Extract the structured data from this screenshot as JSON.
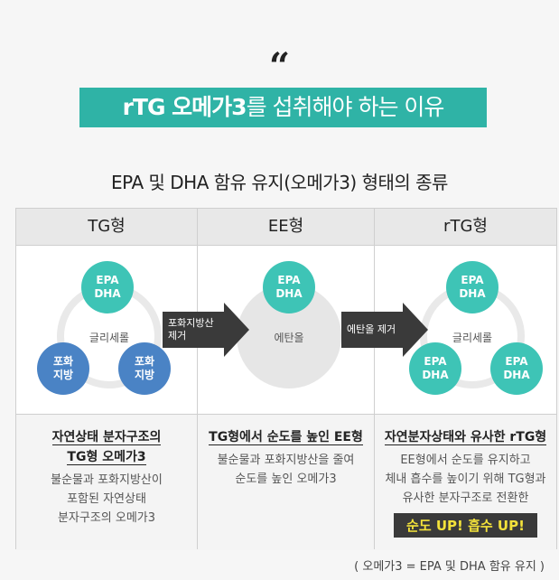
{
  "quote_mark": "“",
  "banner": {
    "bold": "rTG 오메가3",
    "rest": "를 섭취해야 하는 이유"
  },
  "subtitle": "EPA 및 DHA 함유 유지(오메가3) 형태의 종류",
  "columns": [
    {
      "header": "TG형",
      "ring_label": "글리세롤",
      "circles": [
        "EPA\nDHA",
        "포화\n지방",
        "포화\n지방"
      ],
      "title_lines": [
        "자연상태 분자구조의",
        "TG형 오메가3"
      ],
      "body_lines": [
        "불순물과 포화지방산이",
        "포함된 자연상태",
        "분자구조의 오메가3"
      ]
    },
    {
      "header": "EE형",
      "ring_label": "에탄올",
      "circles": [
        "EPA\nDHA"
      ],
      "title_lines": [
        "TG형에서 순도를 높인 EE형"
      ],
      "body_lines": [
        "불순물과 포화지방산을 줄여",
        "순도를 높인 오메가3"
      ]
    },
    {
      "header": "rTG형",
      "ring_label": "글리세롤",
      "circles": [
        "EPA\nDHA",
        "EPA\nDHA",
        "EPA\nDHA"
      ],
      "title_lines": [
        "자연분자상태와 유사한 rTG형"
      ],
      "body_lines": [
        "EE형에서 순도를 유지하고",
        "체내 흡수를 높이기 위해 TG형과",
        "유사한 분자구조로 전환한"
      ],
      "badge": "순도 UP! 흡수 UP!"
    }
  ],
  "arrows": [
    {
      "label": "포화지방산\n제거"
    },
    {
      "label": "에탄올 제거"
    }
  ],
  "footnote": "( 오메가3 = EPA 및 DHA 함유 유지 )"
}
